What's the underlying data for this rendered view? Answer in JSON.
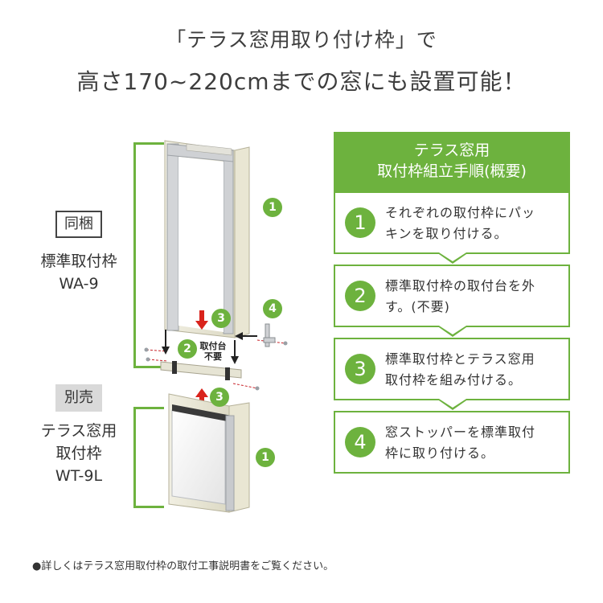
{
  "headline": {
    "line1": "「テラス窓用取り付け枠」で",
    "line2": "高さ170~220cmまでの窓にも設置可能！"
  },
  "included": {
    "tag": "同梱",
    "name": "標準取付枠",
    "model": "WA-9"
  },
  "separate": {
    "tag": "別売",
    "name_line1": "テラス窓用",
    "name_line2": "取付枠",
    "model": "WT-9L"
  },
  "diagram": {
    "callouts": {
      "c1_top": "1",
      "c1_bottom": "1",
      "c2": "2",
      "c3_top": "3",
      "c3_bottom": "3",
      "c4": "4"
    },
    "base_note_line1": "取付台",
    "base_note_line2": "不要"
  },
  "steps": {
    "header_line1": "テラス窓用",
    "header_line2": "取付枠組立手順(概要)",
    "items": [
      {
        "num": "1",
        "line1": "それぞれの取付枠にパッ",
        "line2": "キンを取り付ける。"
      },
      {
        "num": "2",
        "line1": "標準取付枠の取付台を外",
        "line2": "す。(不要)"
      },
      {
        "num": "3",
        "line1": "標準取付枠とテラス窓用",
        "line2": "取付枠を組み付ける。"
      },
      {
        "num": "4",
        "line1": "窓ストッパーを標準取付",
        "line2": "枠に取り付ける。"
      }
    ]
  },
  "footnote": "●詳しくはテラス窓用取付枠の取付工事説明書をご覧ください。",
  "colors": {
    "accent": "#6db23e",
    "arrow_red": "#d9231c",
    "frame": "#e8e6d6"
  }
}
